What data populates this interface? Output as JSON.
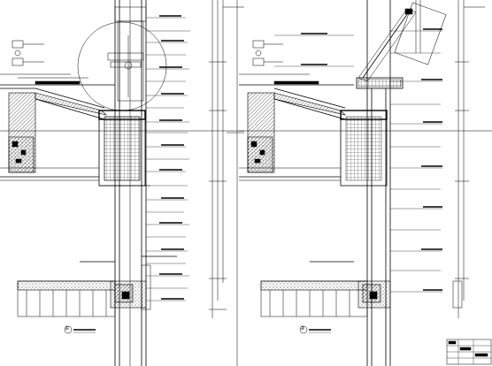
{
  "drawing": {
    "type": "architectural-section-detail",
    "panels": [
      {
        "id": "left-section",
        "detail_number": "①"
      },
      {
        "id": "right-section",
        "detail_number": "②"
      }
    ],
    "title_block": {
      "label": ""
    }
  },
  "colors": {
    "line": "#000000",
    "background": "#ffffff"
  }
}
